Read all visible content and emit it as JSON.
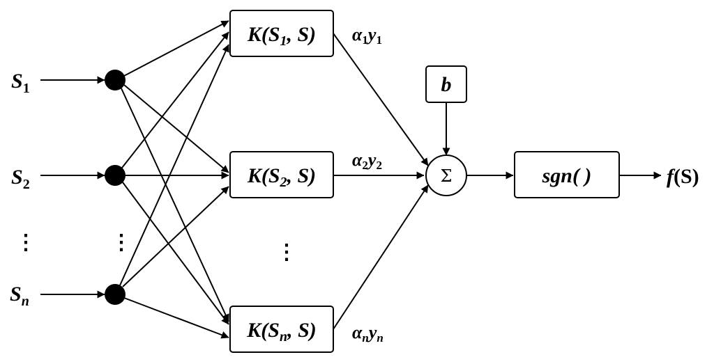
{
  "inputs": {
    "s1": {
      "base": "S",
      "sub": "1"
    },
    "s2": {
      "base": "S",
      "sub": "2"
    },
    "sn": {
      "base": "S",
      "sub": "n"
    }
  },
  "kernels": {
    "k1": {
      "pre": "K(",
      "var": "S",
      "sub": "1",
      "post": ", S)"
    },
    "k2": {
      "pre": "K(",
      "var": "S",
      "sub": "2",
      "post": ", S)"
    },
    "kn": {
      "pre": "K(",
      "var": "S",
      "sub": "n",
      "post": ", S)"
    }
  },
  "weights": {
    "w1": {
      "a": "α",
      "asub": "1",
      "y": "y",
      "ysub": "1"
    },
    "w2": {
      "a": "α",
      "asub": "2",
      "y": "y",
      "ysub": "2"
    },
    "wn": {
      "a": "α",
      "asub": "n",
      "y": "y",
      "ysub": "n"
    }
  },
  "bias": "b",
  "sum_symbol": "Σ",
  "activation": "sgn( )",
  "output": {
    "f": "f",
    "rest": "(S)"
  },
  "ellipsis": "⋮",
  "colors": {
    "stroke": "#000000",
    "background": "#ffffff"
  }
}
